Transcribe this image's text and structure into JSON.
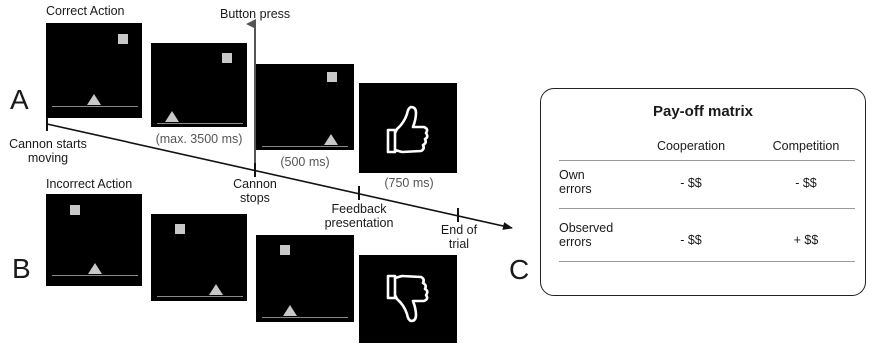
{
  "panels": {
    "a": "A",
    "b": "B",
    "c": "C"
  },
  "labels": {
    "correct_action": "Correct Action",
    "incorrect_action": "Incorrect Action",
    "button_press": "Button press",
    "max_time": "(max. 3500 ms)",
    "ms500": "(500 ms)",
    "ms750": "(750 ms)"
  },
  "timeline": {
    "cannon_starts_l1": "Cannon starts",
    "cannon_starts_l2": "moving",
    "cannon_stops_l1": "Cannon",
    "cannon_stops_l2": "stops",
    "feedback_l1": "Feedback",
    "feedback_l2": "presentation",
    "end_l1": "End of",
    "end_l2": "trial"
  },
  "matrix": {
    "title": "Pay-off matrix",
    "col1": "Cooperation",
    "col2": "Competition",
    "row1_l1": "Own",
    "row1_l2": "errors",
    "row1_c1": "- $$",
    "row1_c2": "- $$",
    "row2_l1": "Observed",
    "row2_l2": "errors",
    "row2_c1": "- $$",
    "row2_c2": "+ $$"
  },
  "icons": {
    "feedback_positive": "thumbs-up-icon",
    "feedback_negative": "thumbs-down-icon"
  }
}
